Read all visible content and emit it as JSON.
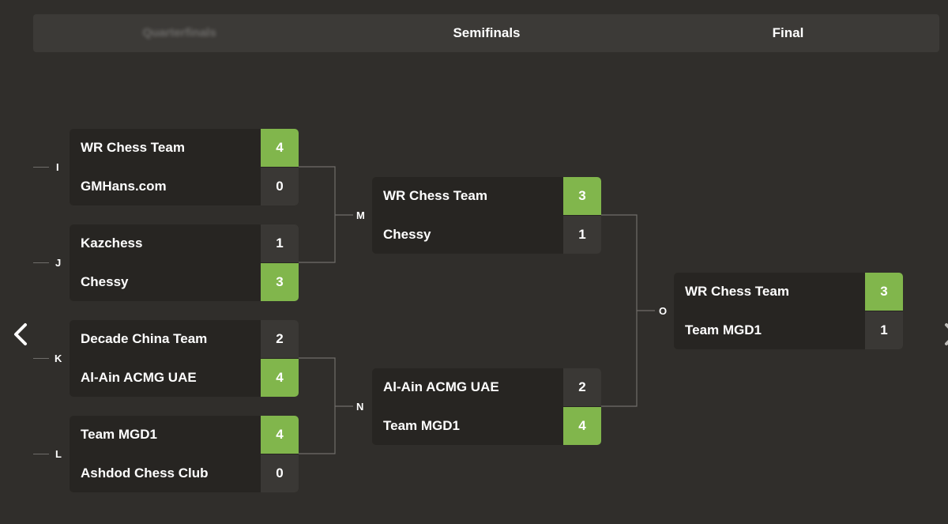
{
  "header": {
    "rounds": [
      {
        "label": "Quarterfinals"
      },
      {
        "label": "Semifinals"
      },
      {
        "label": "Final"
      }
    ]
  },
  "quarterfinals": [
    {
      "label": "I",
      "teams": [
        {
          "name": "WR Chess Team",
          "score": "4",
          "win": true
        },
        {
          "name": "GMHans.com",
          "score": "0",
          "win": false
        }
      ]
    },
    {
      "label": "J",
      "teams": [
        {
          "name": "Kazchess",
          "score": "1",
          "win": false
        },
        {
          "name": "Chessy",
          "score": "3",
          "win": true
        }
      ]
    },
    {
      "label": "K",
      "teams": [
        {
          "name": "Decade China Team",
          "score": "2",
          "win": false
        },
        {
          "name": "Al-Ain ACMG UAE",
          "score": "4",
          "win": true
        }
      ]
    },
    {
      "label": "L",
      "teams": [
        {
          "name": "Team MGD1",
          "score": "4",
          "win": true
        },
        {
          "name": "Ashdod Chess Club",
          "score": "0",
          "win": false
        }
      ]
    }
  ],
  "semifinals": [
    {
      "label": "M",
      "teams": [
        {
          "name": "WR Chess Team",
          "score": "3",
          "win": true
        },
        {
          "name": "Chessy",
          "score": "1",
          "win": false
        }
      ]
    },
    {
      "label": "N",
      "teams": [
        {
          "name": "Al-Ain ACMG UAE",
          "score": "2",
          "win": false
        },
        {
          "name": "Team MGD1",
          "score": "4",
          "win": true
        }
      ]
    }
  ],
  "final": [
    {
      "label": "O",
      "teams": [
        {
          "name": "WR Chess Team",
          "score": "3",
          "win": true
        },
        {
          "name": "Team MGD1",
          "score": "1",
          "win": false
        }
      ]
    }
  ],
  "nav": {
    "prev_icon": "chevron-left-icon",
    "next_icon": "chevron-right-icon"
  },
  "colors": {
    "background": "#302e2b",
    "header": "#3c3a37",
    "win": "#81b64c",
    "score": "#3a3835",
    "card": "#272522"
  }
}
